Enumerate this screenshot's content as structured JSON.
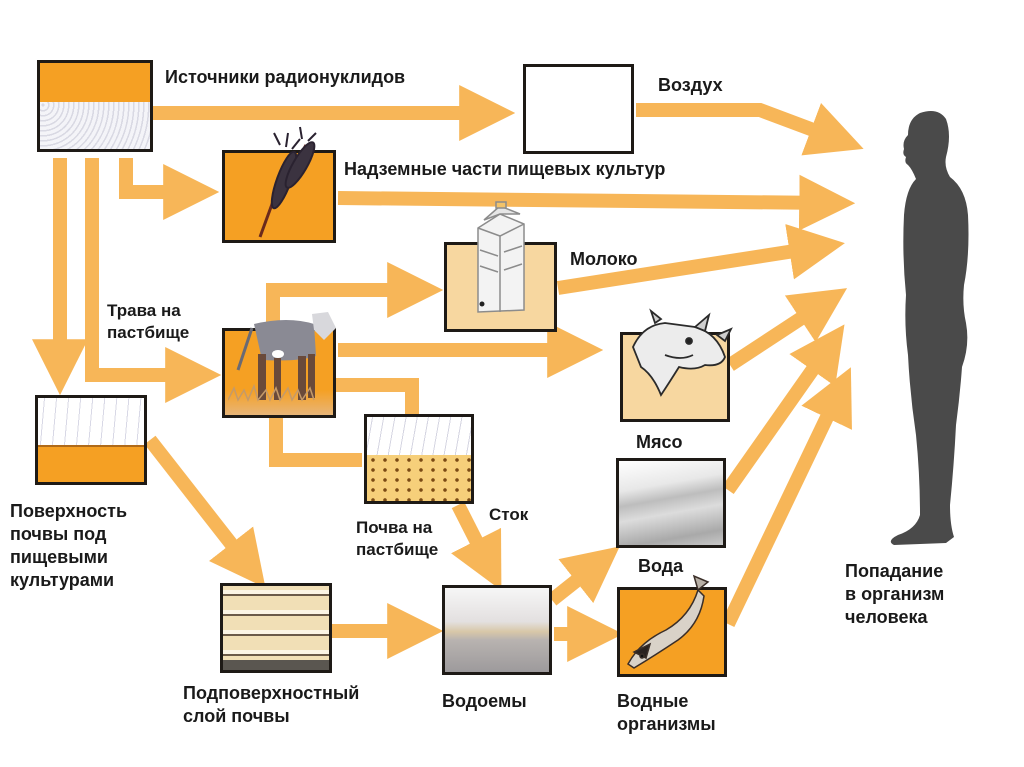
{
  "title": "Пути попадания радионуклидов в организм человека",
  "colors": {
    "arrow": "#f7b04a",
    "box_orange": "#f5a023",
    "box_pale": "#f7d7a0",
    "border": "#1e1a16",
    "human": "#4a4a4a",
    "text": "#1a1a1a"
  },
  "nodes": {
    "sources": {
      "label": "Источники радионуклидов",
      "icon": "soil-layer-icon"
    },
    "air": {
      "label": "Воздух",
      "icon": "empty-box-icon"
    },
    "crops": {
      "label": "Надземные части пищевых культур",
      "icon": "wheat-icon"
    },
    "milk": {
      "label": "Молоко",
      "icon": "milk-carton-icon"
    },
    "grass": {
      "label_lines": [
        "Трава на",
        "пастбище"
      ],
      "icon": "cow-grazing-icon"
    },
    "meat": {
      "label": "Мясо",
      "icon": "cow-head-icon"
    },
    "soil_surface": {
      "label_lines": [
        "Поверхность",
        "почвы под",
        "пищевыми",
        "культурами"
      ],
      "icon": "soil-surface-icon"
    },
    "pasture_soil": {
      "label_lines": [
        "Почва на",
        "пастбище"
      ],
      "icon": "pasture-soil-icon"
    },
    "runoff": {
      "label": "Сток"
    },
    "water": {
      "label": "Вода",
      "icon": "water-icon"
    },
    "subsoil": {
      "label_lines": [
        "Подповерхностный",
        "слой почвы"
      ],
      "icon": "subsoil-layers-icon"
    },
    "water_bodies": {
      "label": "Водоемы",
      "icon": "lake-icon"
    },
    "aquatic": {
      "label_lines": [
        "Водные",
        "организмы"
      ],
      "icon": "fish-icon"
    },
    "human": {
      "label_lines": [
        "Попадание",
        "в организм",
        "человека"
      ],
      "icon": "human-silhouette-icon"
    }
  },
  "edges": [
    {
      "from": "sources",
      "to": "air"
    },
    {
      "from": "air",
      "to": "human"
    },
    {
      "from": "sources",
      "to": "crops"
    },
    {
      "from": "crops",
      "to": "human"
    },
    {
      "from": "sources",
      "to": "soil_surface"
    },
    {
      "from": "sources",
      "to": "grass"
    },
    {
      "from": "grass",
      "to": "milk"
    },
    {
      "from": "milk",
      "to": "human"
    },
    {
      "from": "grass",
      "to": "meat"
    },
    {
      "from": "meat",
      "to": "human"
    },
    {
      "from": "grass",
      "to": "pasture_soil"
    },
    {
      "from": "soil_surface",
      "to": "subsoil"
    },
    {
      "from": "pasture_soil",
      "to": "water_bodies",
      "label": "Сток"
    },
    {
      "from": "subsoil",
      "to": "water_bodies"
    },
    {
      "from": "water_bodies",
      "to": "water"
    },
    {
      "from": "water_bodies",
      "to": "aquatic"
    },
    {
      "from": "water",
      "to": "human"
    },
    {
      "from": "aquatic",
      "to": "human"
    }
  ]
}
